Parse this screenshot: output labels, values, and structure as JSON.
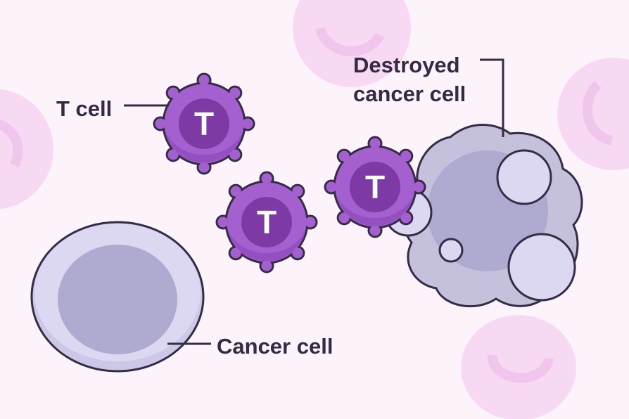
{
  "labels": {
    "t_cell": "T cell",
    "destroyed_line1": "Destroyed",
    "destroyed_line2": "cancer cell",
    "cancer_cell": "Cancer cell"
  },
  "t_cell_letter": "T",
  "colors": {
    "background": "#fdf4fb",
    "blood_cell": "#f7d9f3",
    "t_cell_body": "#a560d0",
    "t_cell_nucleus": "#7d3aa5",
    "cancer_cell": "#dcd8f2",
    "cancer_nucleus": "#aeaad0",
    "destroyed_cell": "#c5c0dc",
    "outline": "#352c45"
  }
}
